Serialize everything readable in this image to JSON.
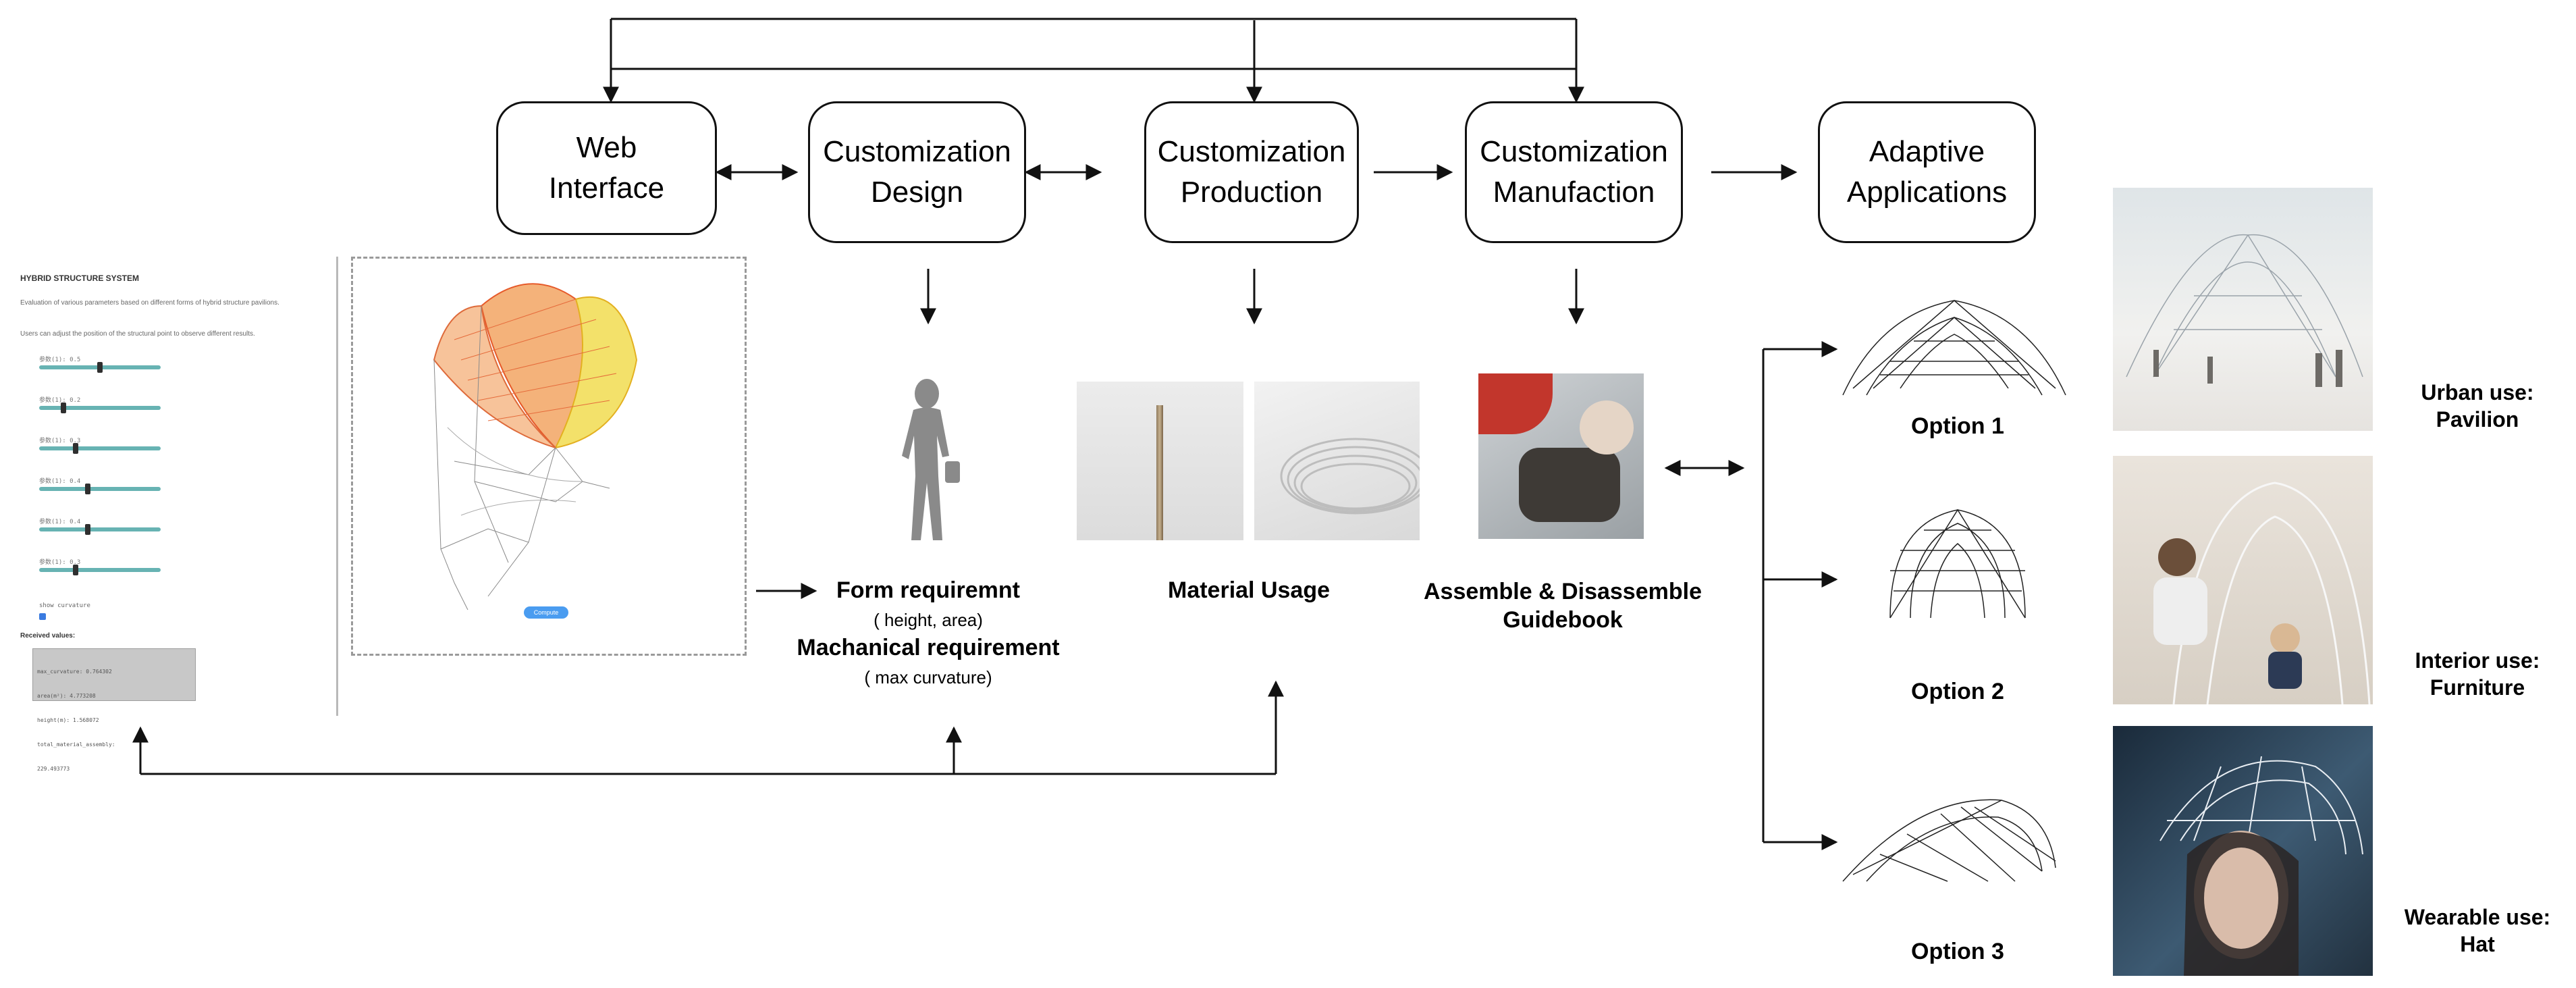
{
  "processes": [
    {
      "id": "web-interface",
      "label": "Web\nInterface"
    },
    {
      "id": "customization-design",
      "label": "Customization\nDesign"
    },
    {
      "id": "customization-production",
      "label": "Customization\nProduction"
    },
    {
      "id": "customization-manufaction",
      "label": "Customization\nManufaction"
    },
    {
      "id": "adaptive-applications",
      "label": "Adaptive\nApplications"
    }
  ],
  "requirements": {
    "form_title": "Form requiremnt",
    "form_sub": "( height, area)",
    "mech_title": "Machanical requirement",
    "mech_sub": "( max curvature)"
  },
  "material_usage": "Material Usage",
  "guidebook": "Assemble & Disassemble\nGuidebook",
  "options": [
    "Option 1",
    "Option 2",
    "Option 3"
  ],
  "uses": [
    {
      "category": "Urban use",
      "item": "Pavilion"
    },
    {
      "category": "Interior use",
      "item": "Furniture"
    },
    {
      "category": "Wearable use",
      "item": "Hat"
    }
  ],
  "web_interface": {
    "app_title": "HYBRID STRUCTURE SYSTEM",
    "intro": "Evaluation of various parameters based on different forms of hybrid structure pavilions.",
    "instruction": "Users can adjust the position of the structural point to observe different results.",
    "sliders": [
      {
        "label": "参数(1): 0.5",
        "value": 0.5
      },
      {
        "label": "参数(1): 0.2",
        "value": 0.2
      },
      {
        "label": "参数(1): 0.3",
        "value": 0.3
      },
      {
        "label": "参数(1): 0.4",
        "value": 0.4
      },
      {
        "label": "参数(1): 0.4",
        "value": 0.4
      },
      {
        "label": "参数(1): 0.3",
        "value": 0.3
      }
    ],
    "checkbox_label": "show curvature",
    "received_title": "Received values:",
    "received_lines": [
      "max_curvature: 0.764302",
      "area(m²): 4.773208",
      "height(m): 1.568072",
      "total_material_assembly:",
      "229.493773"
    ],
    "compute_button": "Compute"
  },
  "colors": {
    "stroke": "#111111",
    "silhouette": "#8a8a8a",
    "slider": "#67b3b3",
    "button": "#4a9cf0"
  }
}
